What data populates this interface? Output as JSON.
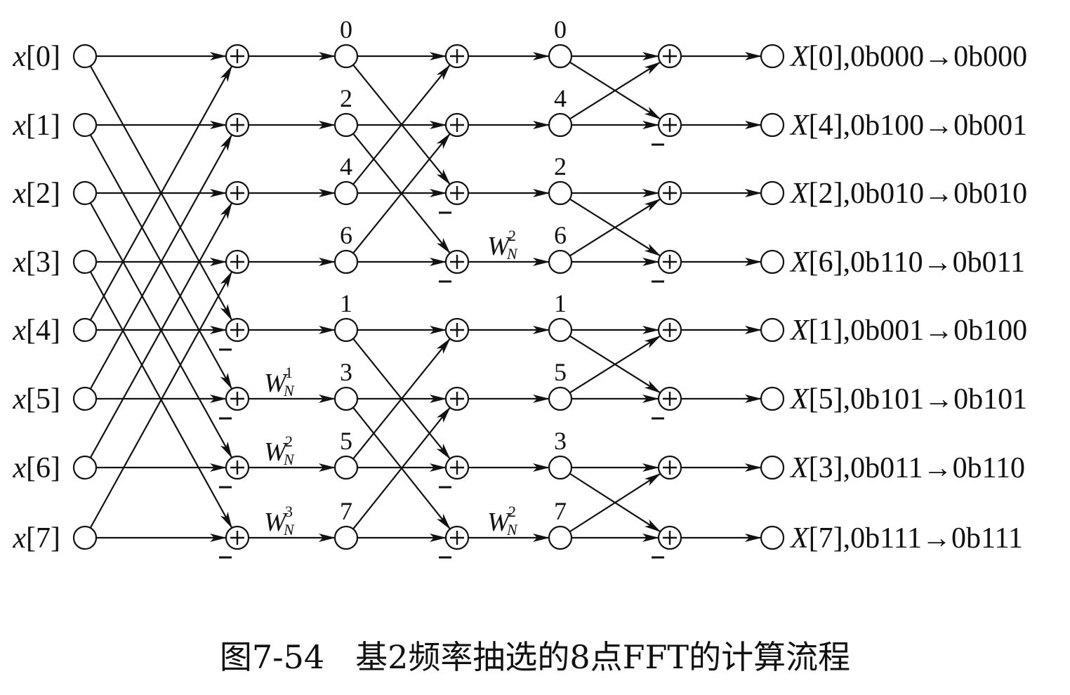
{
  "inputs": [
    "x[0]",
    "x[1]",
    "x[2]",
    "x[3]",
    "x[4]",
    "x[5]",
    "x[6]",
    "x[7]"
  ],
  "stage1_labels": [
    "0",
    "2",
    "4",
    "6",
    "1",
    "3",
    "5",
    "7"
  ],
  "stage2_labels": [
    "0",
    "4",
    "2",
    "6",
    "1",
    "5",
    "3",
    "7"
  ],
  "twiddles": {
    "stage1": [
      {
        "row": 5,
        "base": "W",
        "sub": "N",
        "sup": "1"
      },
      {
        "row": 6,
        "base": "W",
        "sub": "N",
        "sup": "2"
      },
      {
        "row": 7,
        "base": "W",
        "sub": "N",
        "sup": "3"
      }
    ],
    "stage2": [
      {
        "row": 3,
        "base": "W",
        "sub": "N",
        "sup": "2"
      },
      {
        "row": 7,
        "base": "W",
        "sub": "N",
        "sup": "2"
      }
    ]
  },
  "outputs": [
    "X[0],0b000→0b000",
    "X[4],0b100→0b001",
    "X[2],0b010→0b010",
    "X[6],0b110→0b011",
    "X[1],0b001→0b100",
    "X[5],0b101→0b101",
    "X[3],0b011→0b110",
    "X[7],0b111→0b111"
  ],
  "adder_symbol": "+",
  "minus_symbol": "−",
  "caption": "图7-54   基2频率抽选的8点FFT的计算流程"
}
